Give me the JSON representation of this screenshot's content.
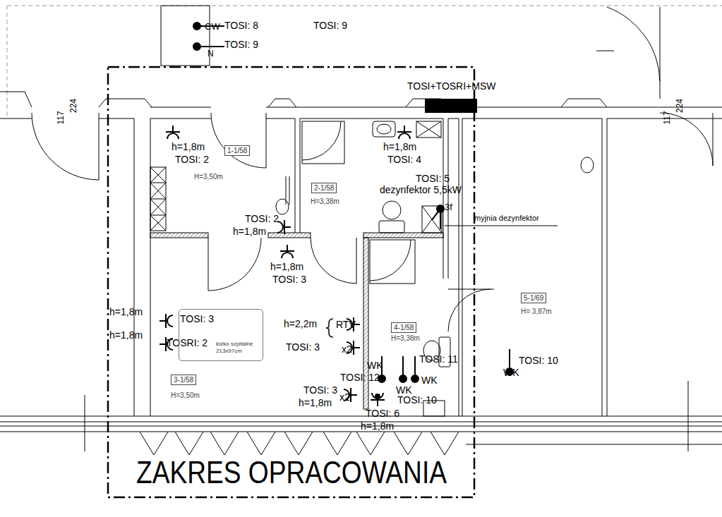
{
  "diagram": {
    "nodes": [
      {
        "text": [
          "1-1/58"
        ]
      },
      {
        "text": [
          "2-1/58"
        ]
      },
      {
        "text": [
          "3-1/58"
        ]
      },
      {
        "text": [
          "4-1/58"
        ]
      },
      {
        "text": [
          "5-1/69"
        ]
      },
      {
        "text": [
          "łóżko szpitalne 213x97cm"
        ]
      },
      {
        "text": [
          "TOSI+TOSRI+MSW"
        ]
      }
    ],
    "labels": [
      "CW",
      "TOSI: 8",
      "TOSI: 9",
      "N",
      "TOSI: 9",
      "117",
      "224",
      "117",
      "224",
      "h=1,8m",
      "TOSI: 2",
      "H=3,50m",
      "h=1,8m",
      "TOSI: 4",
      "TOSI: 5",
      "dezynfektor 5,5kW",
      "3f",
      "myjnia dezynfektor",
      "H=3,38m",
      "TOSI: 2",
      "h=1,8m",
      "h=1,8m",
      "TOSI: 3",
      "H= 3,87m",
      "h=1,8m",
      "TOSI: 3",
      "h=1,8m",
      "TOSRI: 2",
      "h=2,2m",
      "RTV",
      "TOSI: 3",
      "x2",
      "H=3,38m",
      "H=3,50m",
      "TOSI: 11",
      "WK",
      "TOSI: 12",
      "TOSI: 10",
      "WK",
      "WK",
      "WK",
      "TOSI: 10",
      "TOSI: 3",
      "h=1,8m",
      "x2",
      "TOSI: 6",
      "h=1,8m",
      "ZAKRES OPRACOWANIA"
    ]
  }
}
